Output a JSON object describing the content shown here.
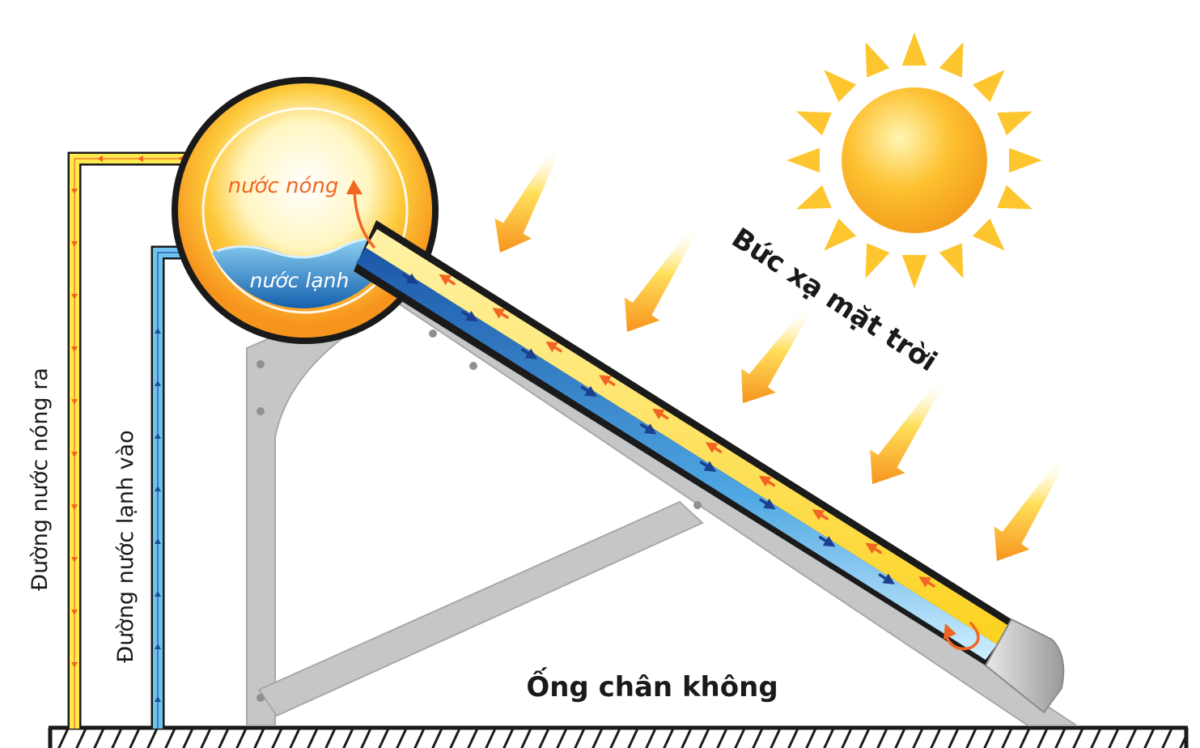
{
  "labels": {
    "hot_water": "nước nóng",
    "cold_water": "nước lạnh",
    "solar_radiation": "Bức xạ mặt trời",
    "vacuum_tube": "Ống chân không",
    "hot_water_out_line": "Đường nước nóng ra",
    "cold_water_in_line": "Đường nước lạnh vào"
  },
  "colors": {
    "hot": "#f26522",
    "cold_text": "#ffffff",
    "hot_pipe": "#ffe94d",
    "cold_pipe": "#6fc3ee",
    "frame": "#bfc1c3",
    "sun": "#fbb424",
    "text": "#1a1a1a"
  }
}
